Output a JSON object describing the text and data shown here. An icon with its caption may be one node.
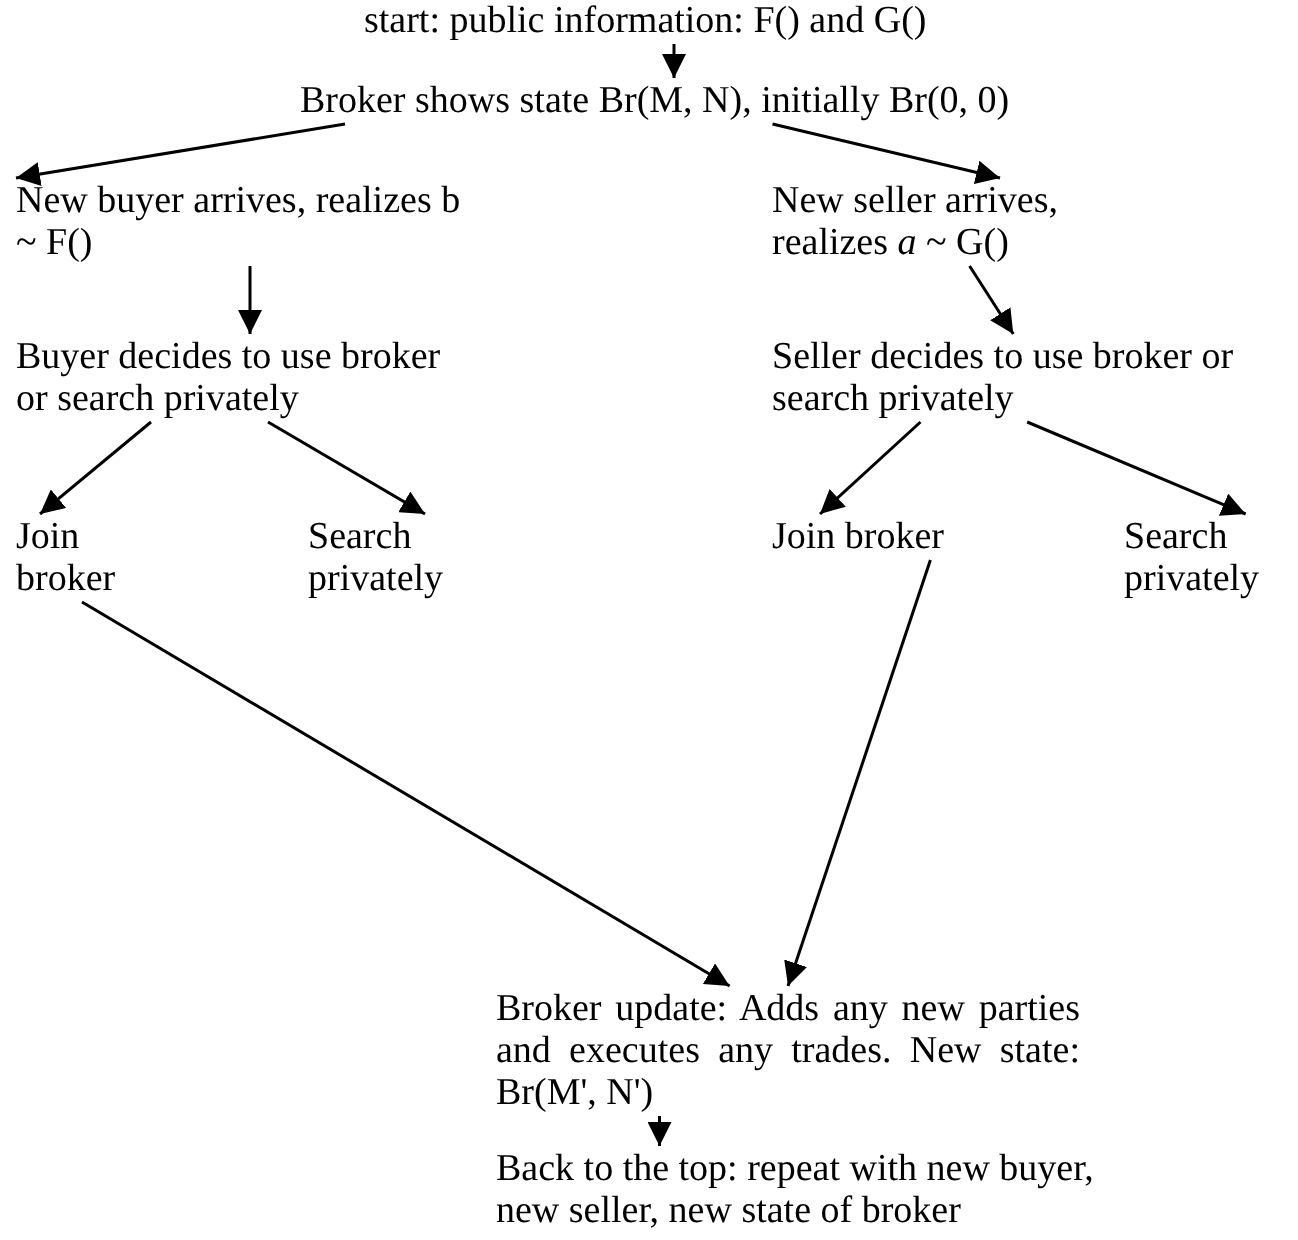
{
  "diagram": {
    "nodes": [
      {
        "text": [
          "start: public information: F() and G()"
        ]
      },
      {
        "text": [
          "Broker shows state Br(M, N), initially Br(0, 0)"
        ]
      },
      {
        "text": [
          "New buyer arrives, realizes b ~ F()"
        ]
      },
      {
        "text": [
          "New seller arrives, realizes *a* ~ G()"
        ]
      },
      {
        "text": [
          "Buyer decides to use broker or search privately"
        ]
      },
      {
        "text": [
          "Seller decides to use broker or search privately"
        ]
      },
      {
        "text": [
          "Join broker"
        ]
      },
      {
        "text": [
          "Search privately"
        ]
      },
      {
        "text": [
          "Join broker"
        ]
      },
      {
        "text": [
          "Search privately"
        ]
      },
      {
        "text": [
          "Broker update: Adds any new parties and executes any trades. New state: Br(M', N')"
        ]
      },
      {
        "text": [
          "Back to the top: repeat with new buyer, new seller, new state of broker"
        ]
      }
    ],
    "edges": [
      {
        "from": 0,
        "to": 1,
        "arrow": "to"
      },
      {
        "from": 1,
        "to": 2,
        "arrow": "to"
      },
      {
        "from": 1,
        "to": 3,
        "arrow": "to"
      },
      {
        "from": 2,
        "to": 4,
        "arrow": "to"
      },
      {
        "from": 3,
        "to": 5,
        "arrow": "to"
      },
      {
        "from": 4,
        "to": 6,
        "arrow": "to"
      },
      {
        "from": 4,
        "to": 7,
        "arrow": "to"
      },
      {
        "from": 5,
        "to": 8,
        "arrow": "to"
      },
      {
        "from": 5,
        "to": 9,
        "arrow": "to"
      },
      {
        "from": 6,
        "to": 10,
        "arrow": "to"
      },
      {
        "from": 8,
        "to": 10,
        "arrow": "to"
      },
      {
        "from": 10,
        "to": 11,
        "arrow": "to"
      }
    ]
  }
}
